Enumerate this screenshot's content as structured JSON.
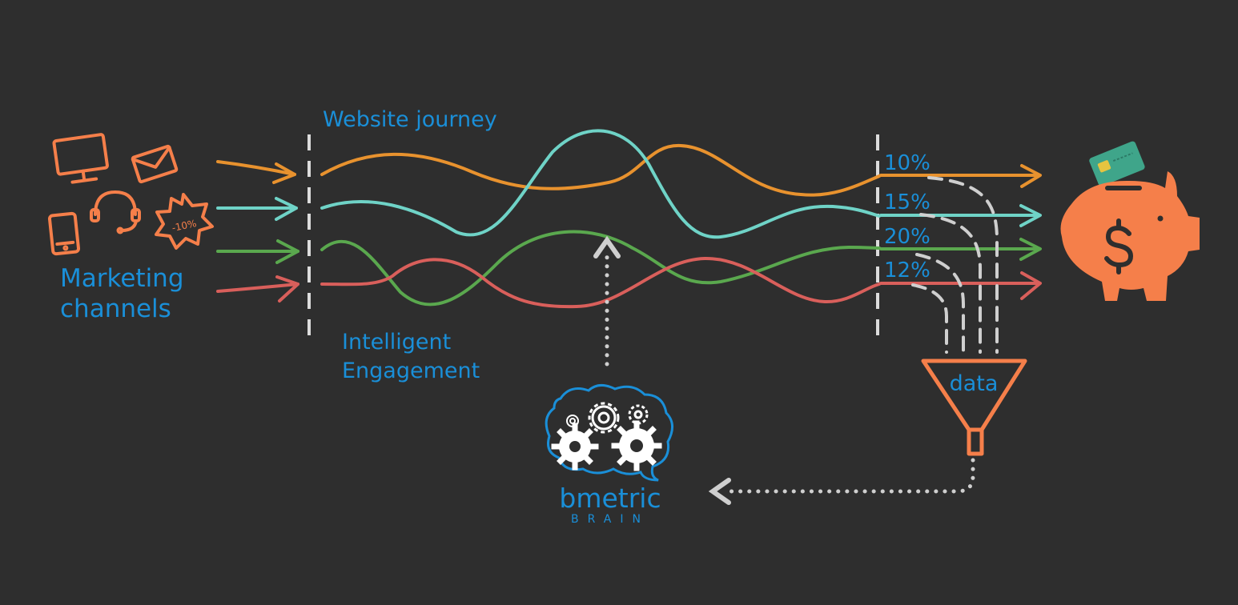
{
  "labels": {
    "marketing_line1": "Marketing",
    "marketing_line2": "channels",
    "website_journey": "Website journey",
    "engagement_line1": "Intelligent",
    "engagement_line2": "Engagement",
    "data": "data",
    "discount_badge": "-10%",
    "brand_name": "bmetric",
    "brand_sub": "BRAIN"
  },
  "paths": [
    {
      "name": "orange-path",
      "color": "#e8922e",
      "percent": "10%"
    },
    {
      "name": "teal-path",
      "color": "#6fd3c7",
      "percent": "15%"
    },
    {
      "name": "green-path",
      "color": "#5aa84e",
      "percent": "20%"
    },
    {
      "name": "red-path",
      "color": "#d95f5b",
      "percent": "12%"
    }
  ],
  "colors": {
    "background": "#2e2e2e",
    "label_blue": "#1a8fd8",
    "icon_orange": "#f57f4a",
    "dashed_grey": "#d0d0d0",
    "card_green": "#3fa58a"
  },
  "icons": [
    "monitor-icon",
    "envelope-icon",
    "headset-icon",
    "phone-icon",
    "discount-badge-icon",
    "piggy-bank-icon",
    "credit-card-icon",
    "funnel-icon",
    "brain-gears-icon"
  ]
}
